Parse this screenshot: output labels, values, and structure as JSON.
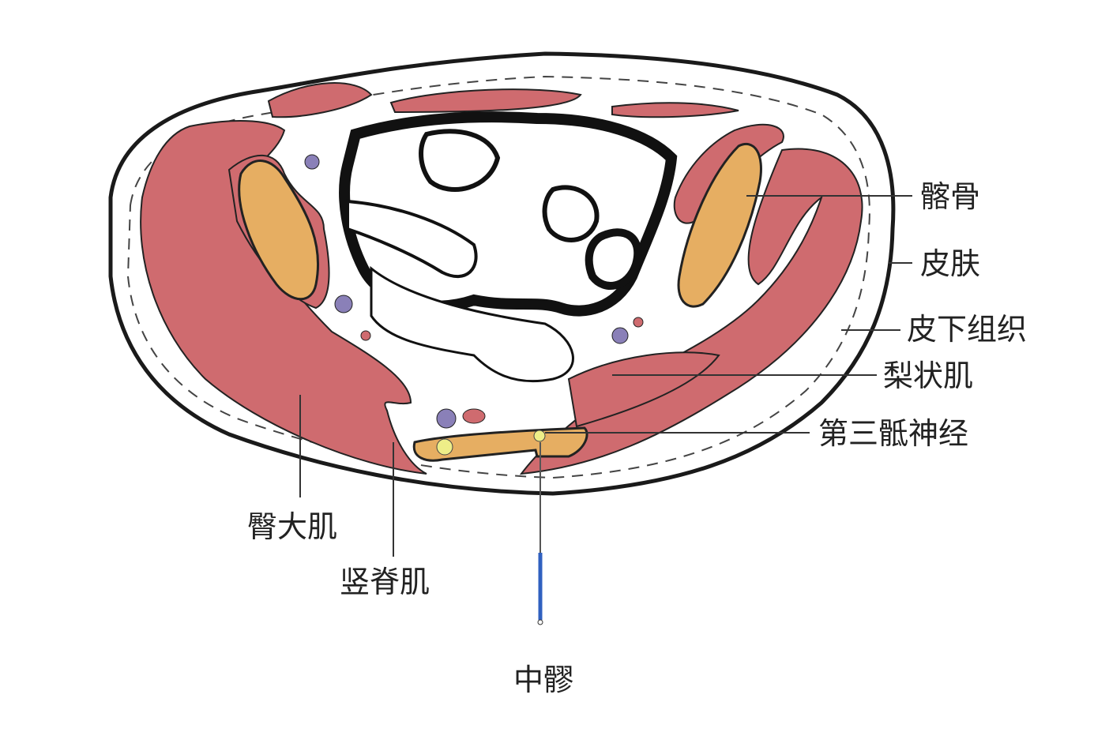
{
  "labels": {
    "ilium": "髂骨",
    "skin": "皮肤",
    "subcutaneous": "皮下组织",
    "piriformis": "梨状肌",
    "sacral_nerve_3": "第三骶神经",
    "gluteus_maximus": "臀大肌",
    "erector_spinae": "竖脊肌",
    "acupoint": "中髎"
  },
  "colors": {
    "muscle": "#cf6b6f",
    "bone": "#e6ae62",
    "nerve": "#eeee88",
    "vessel_vein": "#8a80b8",
    "needle": "#3060c0",
    "outline": "#1a1a1a"
  }
}
